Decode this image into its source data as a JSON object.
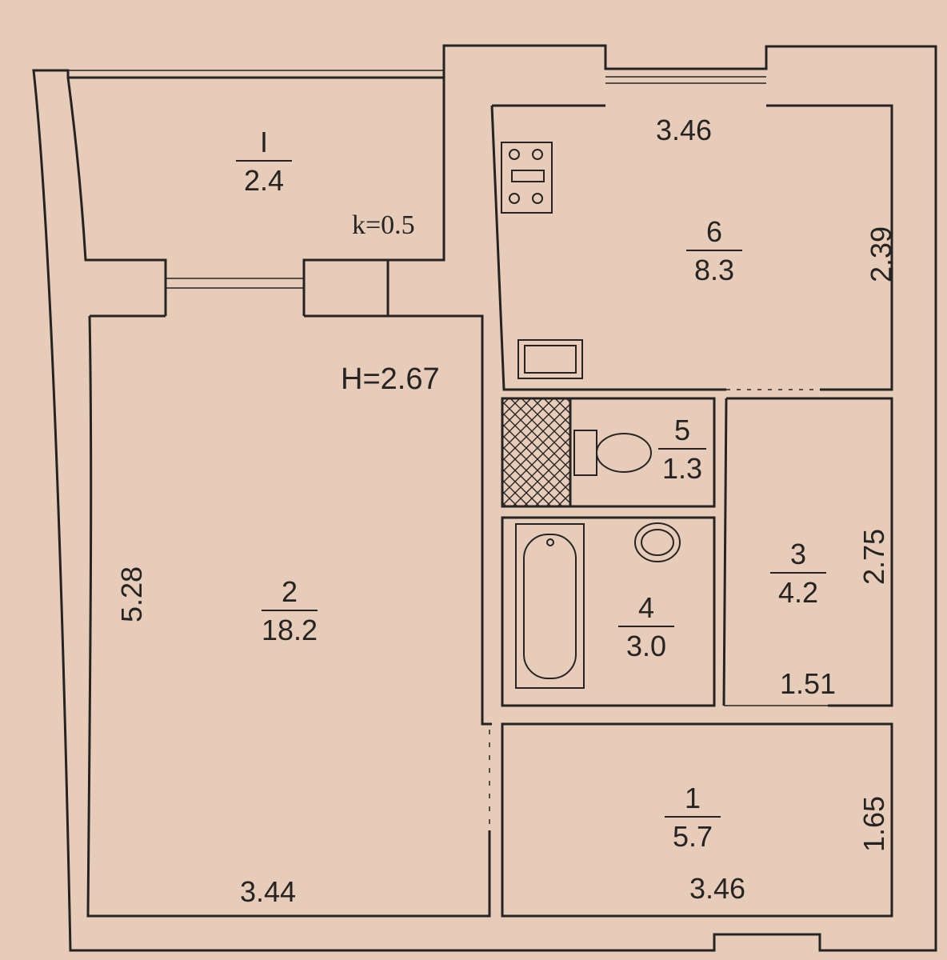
{
  "rooms": [
    {
      "id": "balcony",
      "number": "I",
      "area": "2.4"
    },
    {
      "id": "room-2",
      "number": "2",
      "area": "18.2"
    },
    {
      "id": "room-6",
      "number": "6",
      "area": "8.3"
    },
    {
      "id": "room-5",
      "number": "5",
      "area": "1.3"
    },
    {
      "id": "room-3",
      "number": "3",
      "area": "4.2"
    },
    {
      "id": "room-4",
      "number": "4",
      "area": "3.0"
    },
    {
      "id": "room-1",
      "number": "1",
      "area": "5.7"
    }
  ],
  "annotations": {
    "balcony_coefficient": "k=0.5",
    "ceiling_height": "H=2.67"
  },
  "dimensions": {
    "kitchen_width": "3.46",
    "kitchen_depth": "2.39",
    "living_depth": "5.28",
    "living_width": "3.44",
    "hall_depth": "2.75",
    "hall_width": "1.51",
    "corridor_depth": "1.65",
    "corridor_width": "3.46"
  },
  "colors": {
    "paper": "#e7cdb9",
    "ink": "#262422"
  }
}
